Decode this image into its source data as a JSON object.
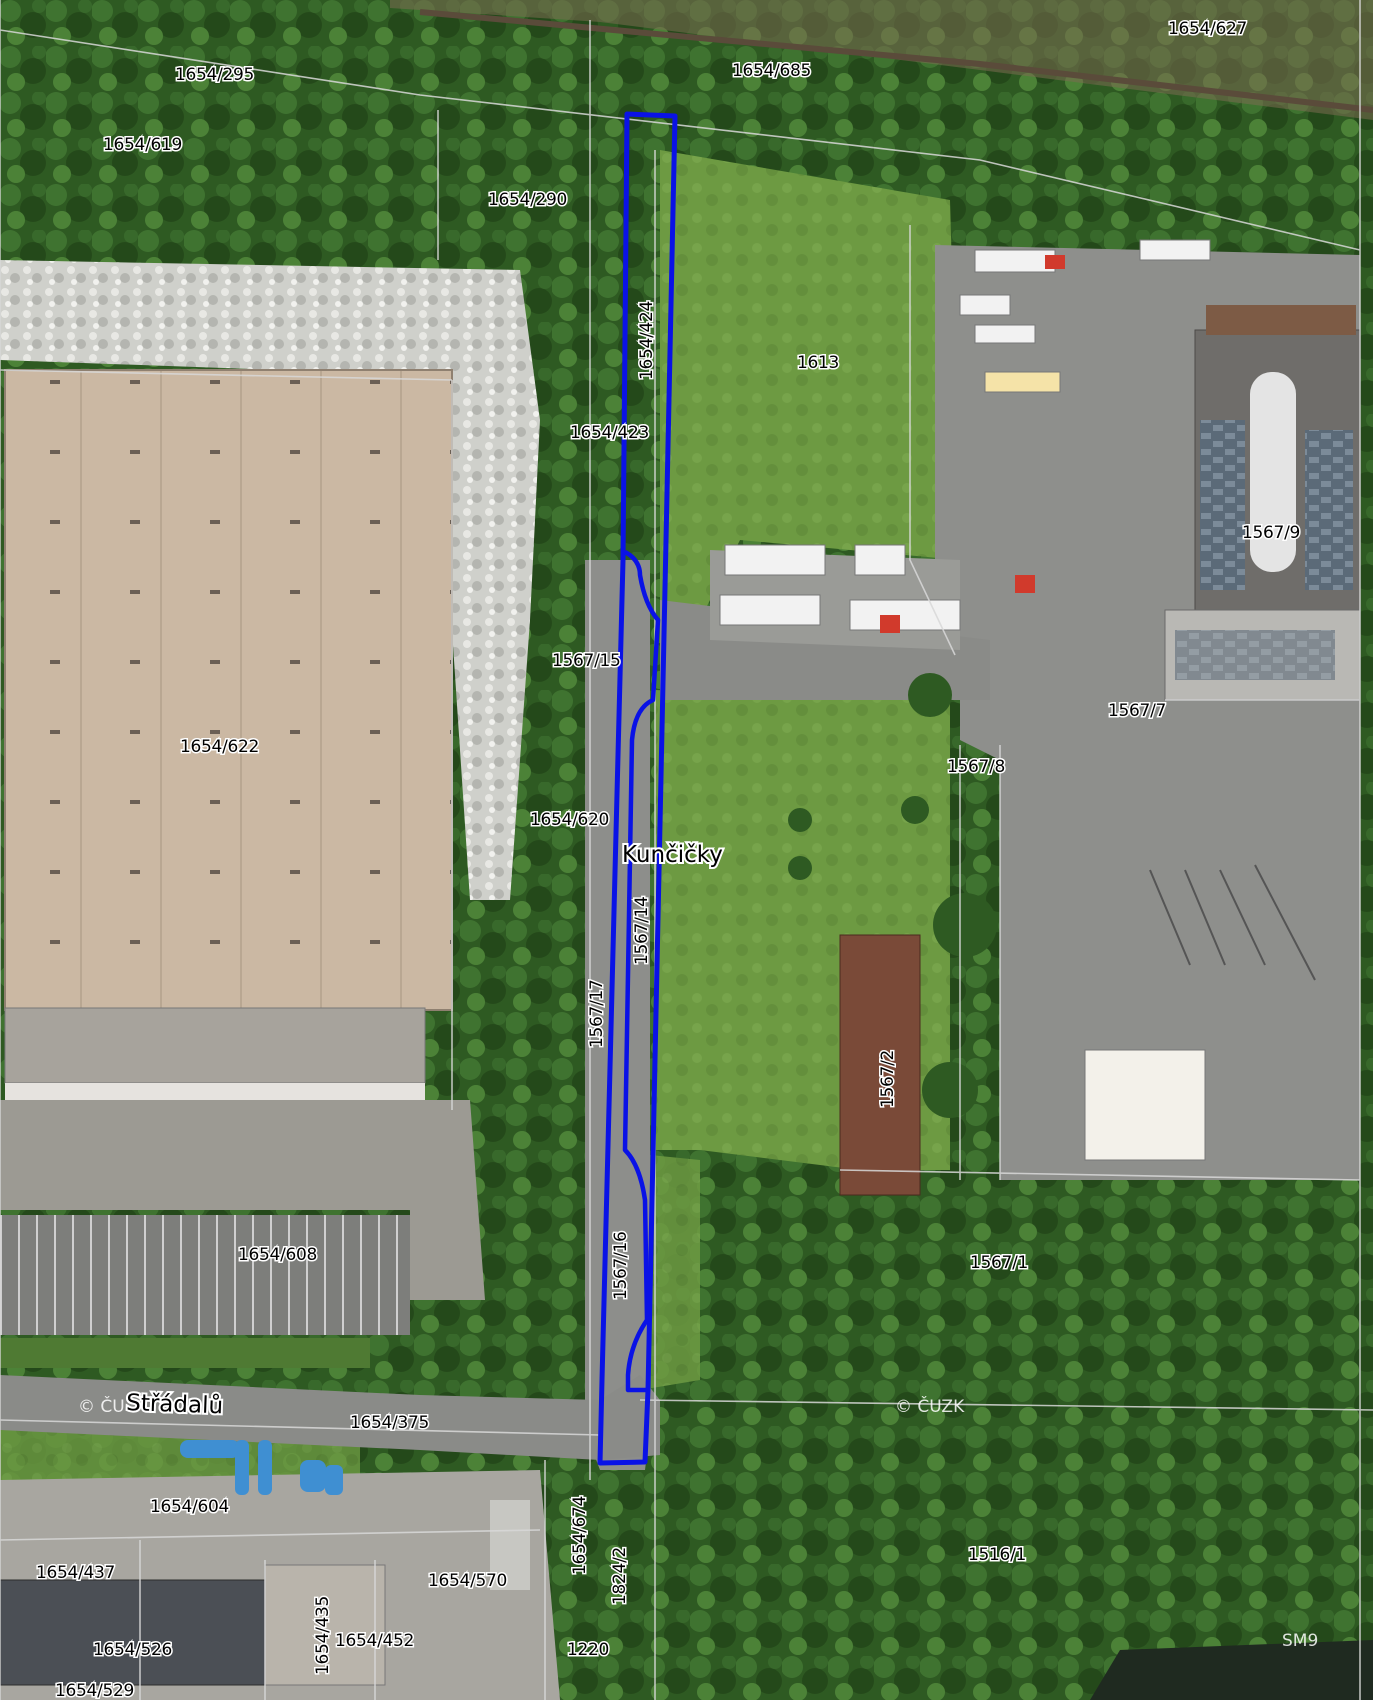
{
  "map": {
    "parcels": [
      {
        "id": "p1",
        "label": "1654/627"
      },
      {
        "id": "p2",
        "label": "1654/295"
      },
      {
        "id": "p3",
        "label": "1654/685"
      },
      {
        "id": "p4",
        "label": "1654/619"
      },
      {
        "id": "p5",
        "label": "1654/290"
      },
      {
        "id": "p6",
        "label": "1654/424"
      },
      {
        "id": "p7",
        "label": "1613"
      },
      {
        "id": "p8",
        "label": "1654/423"
      },
      {
        "id": "p9",
        "label": "1567/9"
      },
      {
        "id": "p10",
        "label": "1567/15"
      },
      {
        "id": "p11",
        "label": "1567/7"
      },
      {
        "id": "p12",
        "label": "1654/622"
      },
      {
        "id": "p13",
        "label": "1567/8"
      },
      {
        "id": "p14",
        "label": "1654/620"
      },
      {
        "id": "p15",
        "label": "1567/14"
      },
      {
        "id": "p16",
        "label": "1567/17"
      },
      {
        "id": "p17",
        "label": "1567/2"
      },
      {
        "id": "p18",
        "label": "1654/608"
      },
      {
        "id": "p19",
        "label": "1567/1"
      },
      {
        "id": "p20",
        "label": "1567/16"
      },
      {
        "id": "p21",
        "label": "1654/375"
      },
      {
        "id": "p22",
        "label": "1654/604"
      },
      {
        "id": "p23",
        "label": "1654/674"
      },
      {
        "id": "p24",
        "label": "1824/2"
      },
      {
        "id": "p25",
        "label": "1516/1"
      },
      {
        "id": "p26",
        "label": "1654/437"
      },
      {
        "id": "p27",
        "label": "1654/570"
      },
      {
        "id": "p28",
        "label": "1654/435"
      },
      {
        "id": "p29",
        "label": "1654/526"
      },
      {
        "id": "p30",
        "label": "1654/452"
      },
      {
        "id": "p31",
        "label": "1220"
      },
      {
        "id": "p32",
        "label": "1654/529"
      }
    ],
    "locality": "Kunčičky",
    "street": "Střádalů",
    "watermark": "© ČUZK",
    "watermark_short": "© ČU",
    "corner_mark": "SM9",
    "colors": {
      "highlight": "#0a12e6",
      "parcel_line": "#d8d8d8",
      "grass": "#6f9a45",
      "forest": "#2f5a22",
      "roof": "#c9b7a2",
      "asphalt": "#8e8f8c"
    }
  }
}
